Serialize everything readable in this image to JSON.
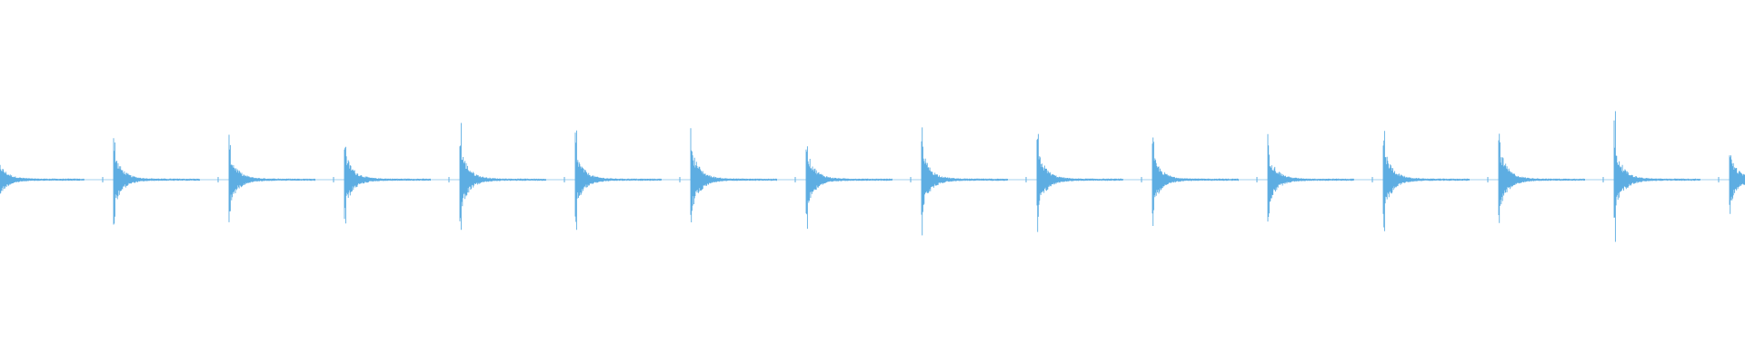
{
  "waveform": {
    "color": "#5dade2",
    "background": "#ffffff",
    "onsets": [
      {
        "amplitude": 0.26
      },
      {
        "amplitude": 0.41
      },
      {
        "amplitude": 0.39
      },
      {
        "amplitude": 0.42
      },
      {
        "amplitude": 0.49
      },
      {
        "amplitude": 0.41
      },
      {
        "amplitude": 0.5
      },
      {
        "amplitude": 0.44
      },
      {
        "amplitude": 0.45
      },
      {
        "amplitude": 0.47
      },
      {
        "amplitude": 0.39
      },
      {
        "amplitude": 0.4
      },
      {
        "amplitude": 0.5
      },
      {
        "amplitude": 0.49
      },
      {
        "amplitude": 0.52
      },
      {
        "amplitude": 0.37
      }
    ]
  }
}
